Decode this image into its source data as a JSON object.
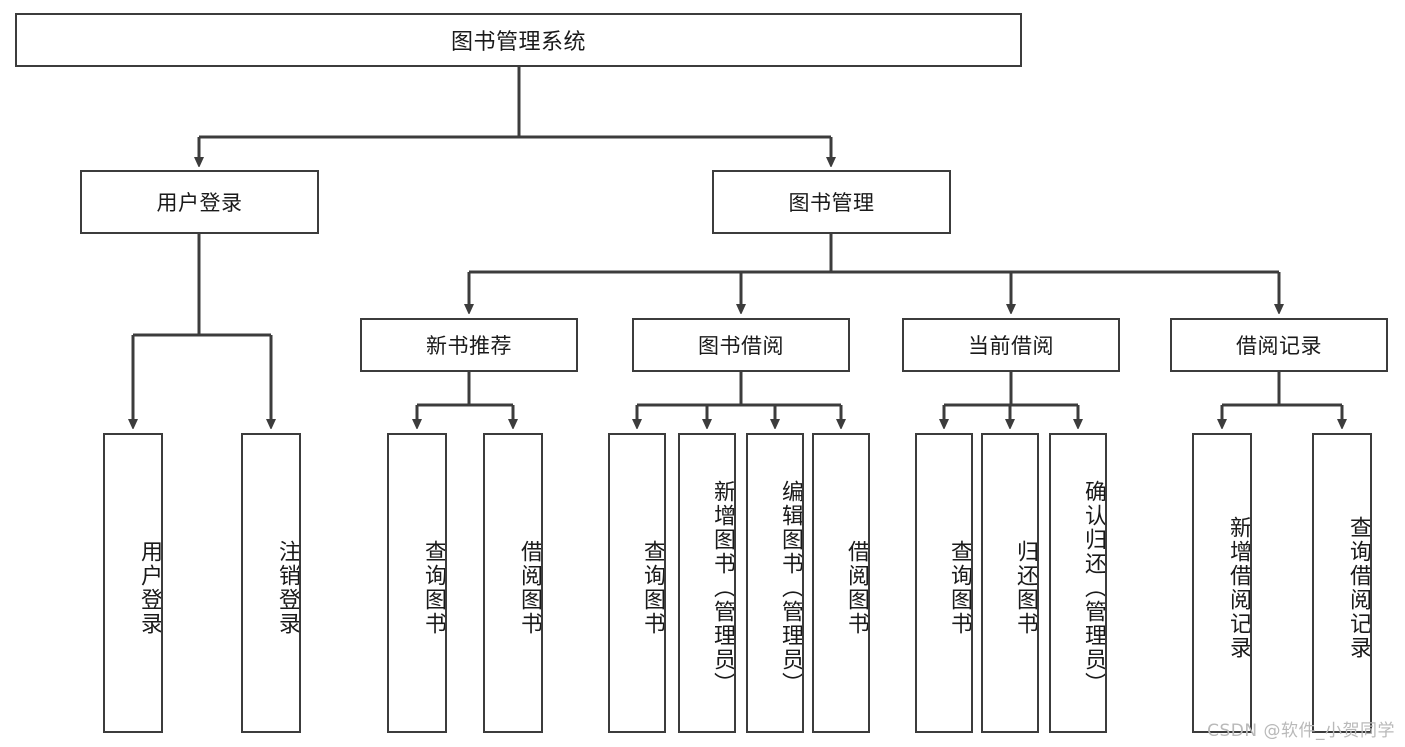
{
  "diagram": {
    "title": "图书管理系统",
    "type": "tree-hierarchy",
    "root": {
      "label": "图书管理系统"
    },
    "level1": [
      {
        "label": "用户登录"
      },
      {
        "label": "图书管理"
      }
    ],
    "level2": [
      {
        "label": "新书推荐"
      },
      {
        "label": "图书借阅"
      },
      {
        "label": "当前借阅"
      },
      {
        "label": "借阅记录"
      }
    ],
    "leaves": {
      "user_login": [
        {
          "label": "用户登录"
        },
        {
          "label": "注销登录"
        }
      ],
      "new_book_recommend": [
        {
          "label": "查询图书"
        },
        {
          "label": "借阅图书"
        }
      ],
      "book_borrow": [
        {
          "label": "查询图书"
        },
        {
          "label": "新增图书（管理员）"
        },
        {
          "label": "编辑图书（管理员）"
        },
        {
          "label": "借阅图书"
        }
      ],
      "current_borrow": [
        {
          "label": "查询图书"
        },
        {
          "label": "归还图书"
        },
        {
          "label": "确认归还（管理员）"
        }
      ],
      "borrow_record": [
        {
          "label": "新增借阅记录"
        },
        {
          "label": "查询借阅记录"
        }
      ]
    }
  },
  "watermark": {
    "text": "CSDN @软件_小贺同学"
  },
  "colors": {
    "stroke": "#3c3c3c",
    "fill": "#ffffff",
    "text": "#1a1a1a",
    "watermark": "#b9b9b9"
  }
}
